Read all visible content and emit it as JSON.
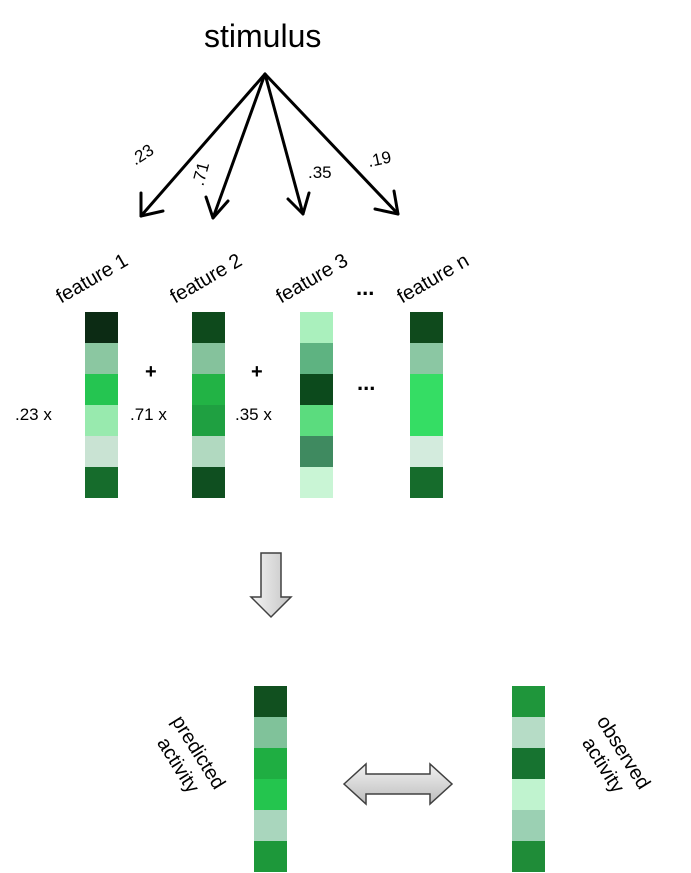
{
  "title": "stimulus",
  "weights": [
    ".23",
    ".71",
    ".35",
    ".19"
  ],
  "features": [
    "feature 1",
    "feature 2",
    "feature 3",
    "feature n"
  ],
  "coefficients": [
    ".23 x",
    ".71 x",
    ".35 x"
  ],
  "operators": [
    "+",
    "+"
  ],
  "ellipsis": "...",
  "feature_vectors": [
    [
      "#0c2b14",
      "#8bc7a1",
      "#25c551",
      "#98eaae",
      "#c9e3d3",
      "#166c2c"
    ],
    [
      "#0e4a1c",
      "#85c29c",
      "#22b345",
      "#1fa041",
      "#b1d9c0",
      "#0f4f20"
    ],
    [
      "#aaf0bd",
      "#5eb381",
      "#0c4a1c",
      "#5bdc7e",
      "#3f8a60",
      "#c9f5d5"
    ],
    [
      "#0f4a1c",
      "#8bc7a3",
      "#35dd64",
      "#35dd64",
      "#d3ebdd",
      "#166c2c"
    ]
  ],
  "predicted": {
    "label": [
      "predicted",
      "activity"
    ],
    "colors": [
      "#11501f",
      "#80c29a",
      "#1fae42",
      "#24c54e",
      "#a9d6bd",
      "#1d983a"
    ]
  },
  "observed": {
    "label": [
      "observed",
      "activity"
    ],
    "colors": [
      "#1f963b",
      "#b6dcc6",
      "#177330",
      "#c0f3cf",
      "#9bd0b3",
      "#1f8c38"
    ]
  },
  "colors": {
    "arrow": "#000000",
    "block_arrow_fill": "#d9d9d9",
    "block_arrow_stroke": "#404040"
  }
}
